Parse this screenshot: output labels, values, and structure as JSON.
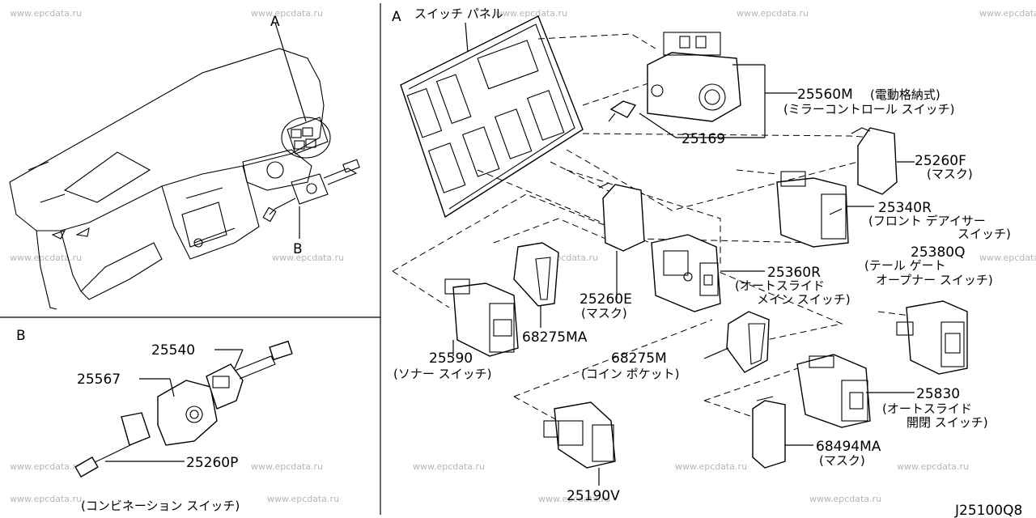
{
  "watermark": "www.epcdata.ru",
  "diagram_code": "J25100Q8",
  "sections": {
    "left_top": "A",
    "left_top_b": "B",
    "left_bottom": "B",
    "right": "A"
  },
  "panel_title": "スイッチ パネル",
  "parts": [
    {
      "id": "p1",
      "number": "25560M",
      "desc": "(電動格納式)",
      "desc2": "(ミラーコントロール スイッチ)"
    },
    {
      "id": "p2",
      "number": "25169",
      "desc": "",
      "desc2": ""
    },
    {
      "id": "p3",
      "number": "25260F",
      "desc": "(マスク)",
      "desc2": ""
    },
    {
      "id": "p4",
      "number": "25340R",
      "desc": "(フロント デアイサー",
      "desc2": "スイッチ)"
    },
    {
      "id": "p5",
      "number": "25380Q",
      "desc": "(テール ゲート",
      "desc2": "オープナー スイッチ)"
    },
    {
      "id": "p6",
      "number": "25360R",
      "desc": "(オートスライド",
      "desc2": "メイン スイッチ)"
    },
    {
      "id": "p7",
      "number": "25260E",
      "desc": "(マスク)",
      "desc2": ""
    },
    {
      "id": "p8",
      "number": "68275MA",
      "desc": "",
      "desc2": ""
    },
    {
      "id": "p9",
      "number": "25590",
      "desc": "(ソナー スイッチ)",
      "desc2": ""
    },
    {
      "id": "p10",
      "number": "68275M",
      "desc": "(コイン ポケット)",
      "desc2": ""
    },
    {
      "id": "p11",
      "number": "25830",
      "desc": "(オートスライド",
      "desc2": "開閉 スイッチ)"
    },
    {
      "id": "p12",
      "number": "68494MA",
      "desc": "(マスク)",
      "desc2": ""
    },
    {
      "id": "p13",
      "number": "25190V",
      "desc": "",
      "desc2": ""
    }
  ],
  "combo_parts": [
    {
      "id": "c1",
      "number": "25540"
    },
    {
      "id": "c2",
      "number": "25567"
    },
    {
      "id": "c3",
      "number": "25260P"
    }
  ],
  "combo_caption": "(コンビネーション スイッチ)"
}
